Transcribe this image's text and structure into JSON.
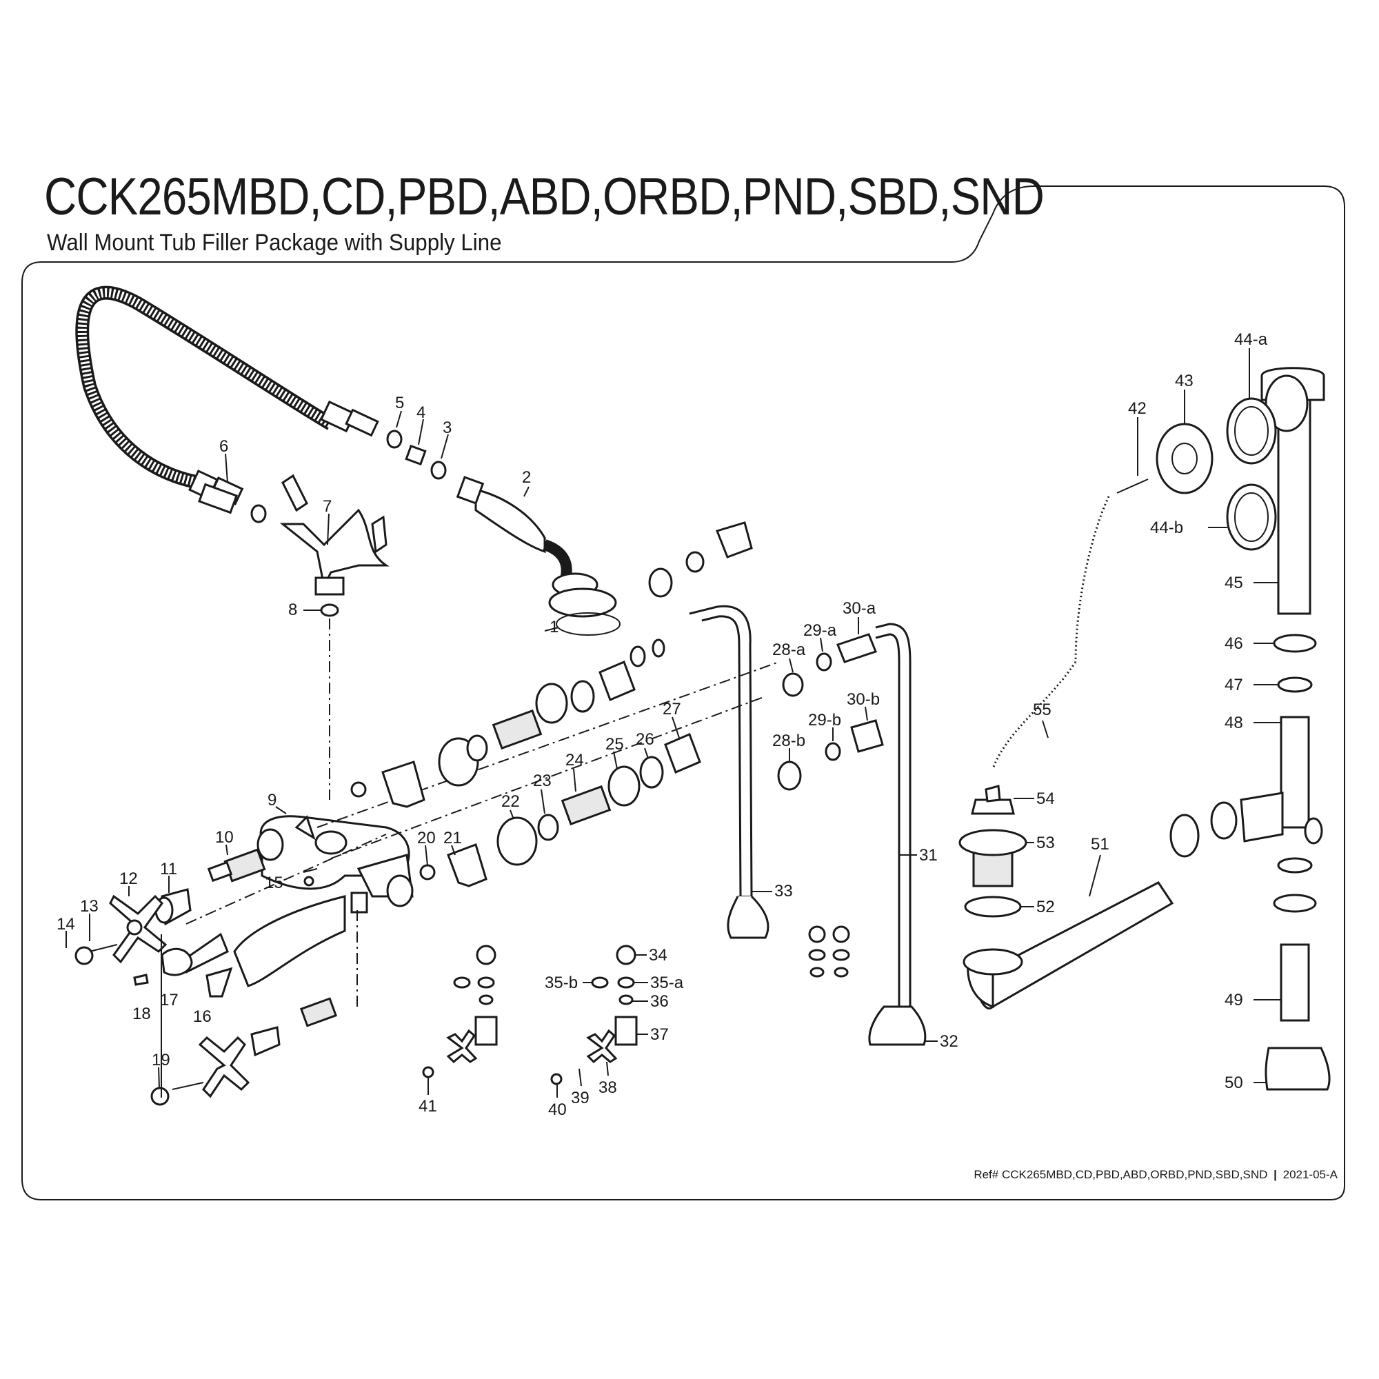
{
  "header": {
    "title": "CCK265MBD,CD,PBD,ABD,ORBD,PND,SBD,SND",
    "subtitle": "Wall Mount Tub Filler Package with Supply Line"
  },
  "footer": {
    "ref": "Ref# CCK265MBD,CD,PBD,ABD,ORBD,PND,SBD,SND",
    "separator": "|",
    "date": "2021-05-A"
  },
  "callouts": [
    "1",
    "2",
    "3",
    "4",
    "5",
    "6",
    "7",
    "8",
    "9",
    "10",
    "11",
    "12",
    "13",
    "14",
    "15",
    "16",
    "17",
    "18",
    "19",
    "20",
    "21",
    "22",
    "23",
    "24",
    "25",
    "26",
    "27",
    "28-a",
    "28-b",
    "29-a",
    "29-b",
    "30-a",
    "30-b",
    "31",
    "32",
    "33",
    "34",
    "35-a",
    "35-b",
    "36",
    "37",
    "38",
    "39",
    "40",
    "41",
    "42",
    "43",
    "44-a",
    "44-b",
    "45",
    "46",
    "47",
    "48",
    "49",
    "50",
    "51",
    "52",
    "53",
    "54",
    "55"
  ]
}
